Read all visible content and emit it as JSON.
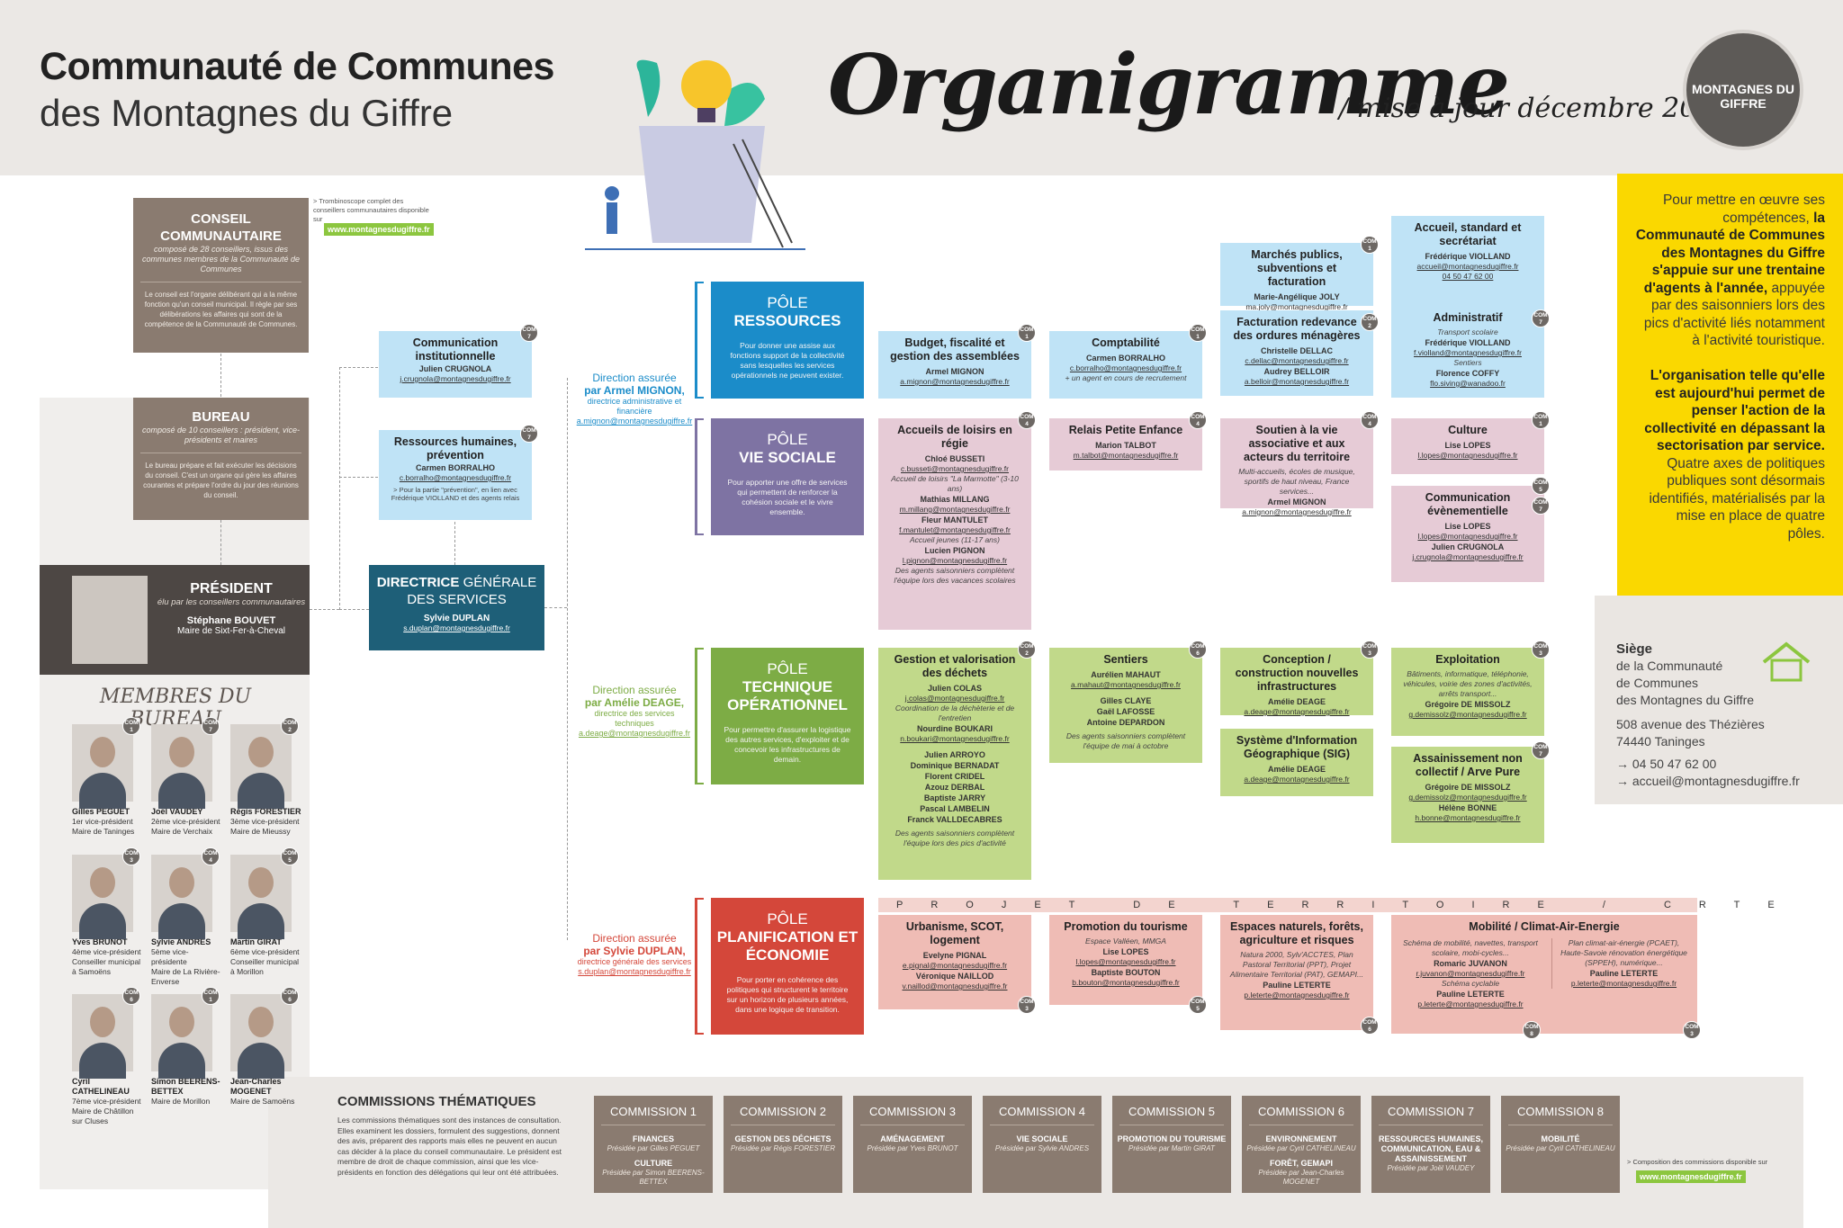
{
  "header": {
    "title1": "Communauté de Communes",
    "title2": "des Montagnes du Giffre",
    "main_title": "Organigramme",
    "update": "/ mise à jour décembre 2022",
    "logo_text": "MONTAGNES DU GIFFRE"
  },
  "conseil": {
    "title": "CONSEIL COMMUNAUTAIRE",
    "subtitle": "composé de 28 conseillers, issus des communes membres de la Communauté de Communes",
    "desc": "Le conseil est l'organe délibérant qui a la même fonction qu'un conseil municipal. Il règle par ses délibérations les affaires qui sont de la compétence de la Communauté de Communes.",
    "note": "> Trombinoscope complet des conseillers communautaires disponible sur",
    "link": "www.montagnesdugiffre.fr"
  },
  "bureau": {
    "title": "BUREAU",
    "subtitle": "composé de 10 conseillers : président, vice-présidents et maires",
    "desc": "Le bureau prépare et fait exécuter les décisions du conseil. C'est un organe qui gère les affaires courantes et prépare l'ordre du jour des réunions du conseil."
  },
  "president": {
    "title": "PRÉSIDENT",
    "subtitle": "élu par les conseillers communautaires",
    "name": "Stéphane BOUVET",
    "role": "Maire de Sixt-Fer-à-Cheval"
  },
  "membres_title": "MEMBRES DU BUREAU",
  "membres": [
    {
      "name": "Gilles PEGUET",
      "r1": "1er vice-président",
      "r2": "Maire de Taninges",
      "com": "COM 1"
    },
    {
      "name": "Joël VAUDEY",
      "r1": "2ème vice-président",
      "r2": "Maire de Verchaix",
      "com": "COM 7"
    },
    {
      "name": "Régis FORESTIER",
      "r1": "3ème vice-président",
      "r2": "Maire de Mieussy",
      "com": "COM 2"
    },
    {
      "name": "Yves BRUNOT",
      "r1": "4ème vice-président",
      "r2": "Conseiller municipal à Samoëns",
      "com": "COM 3"
    },
    {
      "name": "Sylvie ANDRES",
      "r1": "5ème vice-présidente",
      "r2": "Maire de La Rivière-Enverse",
      "com": "COM 4"
    },
    {
      "name": "Martin GIRAT",
      "r1": "6ème vice-président",
      "r2": "Conseiller municipal à Morillon",
      "com": "COM 5"
    },
    {
      "name": "Cyril CATHELINEAU",
      "r1": "7ème vice-président",
      "r2": "Maire de Châtillon sur Cluses",
      "com": "COM 6"
    },
    {
      "name": "Simon BEERENS-BETTEX",
      "r1": "",
      "r2": "Maire de Morillon",
      "com": "COM 1"
    },
    {
      "name": "Jean-Charles MOGENET",
      "r1": "",
      "r2": "Maire de Samoëns",
      "com": "COM 6"
    }
  ],
  "dgs": {
    "title1": "DIRECTRICE",
    "title2": "GÉNÉRALE DES SERVICES",
    "name": "Sylvie DUPLAN",
    "mail": "s.duplan@montagnesdugiffre.fr"
  },
  "comm_inst": {
    "title": "Communication institutionnelle",
    "name": "Julien CRUGNOLA",
    "mail": "j.crugnola@montagnesdugiffre.fr",
    "com": "COM 7"
  },
  "rh": {
    "title": "Ressources humaines, prévention",
    "name": "Carmen BORRALHO",
    "mail": "c.borralho@montagnesdugiffre.fr",
    "note": "> Pour la partie \"prévention\", en lien avec Frédérique VIOLLAND et des agents relais",
    "com": "COM 7"
  },
  "poles": [
    {
      "p": "PÔLE",
      "name": "RESSOURCES",
      "desc": "Pour donner une assise aux fonctions support de la collectivité sans lesquelles les services opérationnels ne peuvent exister.",
      "color": "#1b8cc9"
    },
    {
      "p": "PÔLE",
      "name": "VIE SOCIALE",
      "desc": "Pour apporter une offre de services qui permettent de renforcer la cohésion sociale et le vivre ensemble.",
      "color": "#7e73a3"
    },
    {
      "p": "PÔLE",
      "name": "TECHNIQUE OPÉRATIONNEL",
      "desc": "Pour permettre d'assurer la logistique des autres services, d'exploiter et de concevoir les infrastructures de demain.",
      "color": "#7dac45"
    },
    {
      "p": "PÔLE",
      "name": "PLANIFICATION ET ÉCONOMIE",
      "desc": "Pour porter en cohérence des politiques qui structurent le territoire sur un horizon de plusieurs années, dans une logique de transition.",
      "color": "#d4473a"
    }
  ],
  "directions": [
    {
      "l1": "Direction assurée",
      "l2": "par Armel MIGNON,",
      "d": "directrice administrative et financière",
      "m": "a.mignon@montagnesdugiffre.fr",
      "color": "#1b8cc9"
    },
    {
      "l1": "Direction assurée",
      "l2": "par Amélie DEAGE,",
      "d": "directrice des services techniques",
      "m": "a.deage@montagnesdugiffre.fr",
      "color": "#7dac45"
    },
    {
      "l1": "Direction assurée",
      "l2": "par Sylvie DUPLAN,",
      "d": "directrice générale des services",
      "m": "s.duplan@montagnesdugiffre.fr",
      "color": "#d4473a"
    }
  ],
  "services": {
    "budget": {
      "title": "Budget, fiscalité et gestion des assemblées",
      "name": "Armel MIGNON",
      "mail": "a.mignon@montagnesdugiffre.fr",
      "com": "COM 1"
    },
    "compta": {
      "title": "Comptabilité",
      "name": "Carmen BORRALHO",
      "mail": "c.borralho@montagnesdugiffre.fr",
      "note": "+ un agent en cours de recrutement",
      "com": "COM 1"
    },
    "marches": {
      "title": "Marchés publics, subventions et facturation",
      "name": "Marie-Angélique JOLY",
      "mail": "ma.joly@montagnesdugiffre.fr",
      "com": "COM 1"
    },
    "factu": {
      "title": "Facturation redevance des ordures ménagères",
      "name": "Christelle DELLAC",
      "mail": "c.dellac@montagnesdugiffre.fr",
      "name2": "Audrey BELLOIR",
      "mail2": "a.belloir@montagnesdugiffre.fr",
      "com": "COM 2"
    },
    "accueil": {
      "title": "Accueil, standard et secrétariat",
      "name": "Frédérique VIOLLAND",
      "mail": "accueil@montagnesdugiffre.fr",
      "tel": "04 50 47 62 00"
    },
    "admin": {
      "title": "Administratif",
      "sub": "Transport scolaire",
      "name": "Frédérique VIOLLAND",
      "mail": "f.violland@montagnesdugiffre.fr",
      "sub2": "Sentiers",
      "name2": "Florence COFFY",
      "mail2": "flo.siving@wanadoo.fr",
      "com": "COM 7"
    },
    "loisirs": {
      "title": "Accueils de loisirs en régie",
      "name": "Chloé BUSSETI",
      "mail": "c.busseti@montagnesdugiffre.fr",
      "sub": "Accueil de loisirs \"La Marmotte\" (3-10 ans)",
      "name2": "Mathias MILLANG",
      "mail2": "m.millang@montagnesdugiffre.fr",
      "name3": "Fleur MANTULET",
      "mail3": "f.mantulet@montagnesdugiffre.fr",
      "sub2": "Accueil jeunes (11-17 ans)",
      "name4": "Lucien PIGNON",
      "mail4": "l.pignon@montagnesdugiffre.fr",
      "note": "Des agents saisonniers complètent l'équipe lors des vacances scolaires",
      "com": "COM 4"
    },
    "rpe": {
      "title": "Relais Petite Enfance",
      "name": "Marion TALBOT",
      "mail": "m.talbot@montagnesdugiffre.fr",
      "com": "COM 4"
    },
    "soutien": {
      "title": "Soutien à la vie associative et aux acteurs du territoire",
      "sub": "Multi-accueils, écoles de musique, sportifs de haut niveau, France services...",
      "name": "Armel MIGNON",
      "mail": "a.mignon@montagnesdugiffre.fr",
      "com": "COM 4"
    },
    "culture": {
      "title": "Culture",
      "name": "Lise LOPES",
      "mail": "l.lopes@montagnesdugiffre.fr",
      "com": "COM 1"
    },
    "comevt": {
      "title": "Communication évènementielle",
      "name": "Lise LOPES",
      "mail": "l.lopes@montagnesdugiffre.fr",
      "name2": "Julien CRUGNOLA",
      "mail2": "j.crugnola@montagnesdugiffre.fr",
      "com": "COM 5",
      "com2": "COM 7"
    },
    "dechets": {
      "title": "Gestion et valorisation des déchets",
      "name": "Julien COLAS",
      "mail": "j.colas@montagnesdugiffre.fr",
      "sub": "Coordination de la déchèterie et de l'entretien",
      "name2": "Nourdine BOUKARI",
      "mail2": "n.boukari@montagnesdugiffre.fr",
      "team": [
        "Julien ARROYO",
        "Dominique BERNADAT",
        "Florent CRIDEL",
        "Azouz DERBAL",
        "Baptiste JARRY",
        "Pascal LAMBELIN",
        "Franck VALLDECABRES"
      ],
      "note": "Des agents saisonniers complètent l'équipe lors des pics d'activité",
      "com": "COM 2"
    },
    "sentiers": {
      "title": "Sentiers",
      "name": "Aurélien MAHAUT",
      "mail": "a.mahaut@montagnesdugiffre.fr",
      "team": [
        "Gilles CLAYE",
        "Gaël LAFOSSE",
        "Antoine DEPARDON"
      ],
      "note": "Des agents saisonniers complètent l'équipe de mai à octobre",
      "com": "COM 6"
    },
    "conception": {
      "title": "Conception / construction nouvelles infrastructures",
      "name": "Amélie DEAGE",
      "mail": "a.deage@montagnesdugiffre.fr",
      "com": "COM 3"
    },
    "sig": {
      "title": "Système d'Information Géographique (SIG)",
      "name": "Amélie DEAGE",
      "mail": "a.deage@montagnesdugiffre.fr"
    },
    "exploitation": {
      "title": "Exploitation",
      "sub": "Bâtiments, informatique, téléphonie, véhicules, voirie des zones d'activités, arrêts transport...",
      "name": "Grégoire DE MISSOLZ",
      "mail": "g.demissolz@montagnesdugiffre.fr",
      "com": "COM 3"
    },
    "assainissement": {
      "title": "Assainissement non collectif / Arve Pure",
      "name": "Grégoire DE MISSOLZ",
      "mail": "g.demissolz@montagnesdugiffre.fr",
      "name2": "Hélène BONNE",
      "mail2": "h.bonne@montagnesdugiffre.fr",
      "com": "COM 7"
    },
    "projet_banner": "PROJET DE TERRITOIRE / CRTE",
    "urbanisme": {
      "title": "Urbanisme, SCOT, logement",
      "name": "Evelyne PIGNAL",
      "mail": "e.pignal@montagnesdugiffre.fr",
      "name2": "Véronique NAILLOD",
      "mail2": "v.naillod@montagnesdugiffre.fr",
      "com": "COM 3"
    },
    "tourisme": {
      "title": "Promotion du tourisme",
      "sub": "Espace Valléen, MMGA",
      "name": "Lise LOPES",
      "mail": "l.lopes@montagnesdugiffre.fr",
      "name2": "Baptiste BOUTON",
      "mail2": "b.bouton@montagnesdugiffre.fr",
      "com": "COM 5"
    },
    "espaces": {
      "title": "Espaces naturels, forêts, agriculture et risques",
      "sub": "Natura 2000, Sylv'ACCTES, Plan Pastoral Territorial (PPT), Projet Alimentaire Territorial (PAT), GEMAPI...",
      "name": "Pauline LETERTE",
      "mail": "p.leterte@montagnesdugiffre.fr",
      "com": "COM 6"
    },
    "mobilite": {
      "title": "Mobilité / Climat-Air-Energie",
      "sub": "Schéma de mobilité, navettes, transport scolaire, mobi-cycles...",
      "name": "Romaric JUVANON",
      "mail": "r.juvanon@montagnesdugiffre.fr",
      "sub2": "Schéma cyclable",
      "name2": "Pauline LETERTE",
      "mail2": "p.leterte@montagnesdugiffre.fr",
      "sub3": "Plan climat-air-énergie (PCAET), Haute-Savoie rénovation énergétique (SPPEH), numérique...",
      "name3": "Pauline LETERTE",
      "mail3": "p.leterte@montagnesdugiffre.fr",
      "com": "COM 8",
      "com2": "COM 3"
    }
  },
  "yellow": {
    "l1": "Pour mettre en œuvre ses compétences,",
    "b1": "la Communauté de Communes des Montagnes du Giffre s'appuie sur une trentaine d'agents à l'année,",
    "l2": "appuyée par des saisonniers lors des pics d'activité liés notamment à l'activité touristique.",
    "b2": "L'organisation telle qu'elle est aujourd'hui permet de penser l'action de la collectivité en dépassant la sectorisation par service.",
    "l3": "Quatre axes de politiques publiques sont désormais identifiés, matérialisés par la mise en place de quatre pôles."
  },
  "siege": {
    "title": "Siège",
    "l1": "de la Communauté",
    "l2": "de Communes",
    "l3": "des Montagnes du Giffre",
    "a1": "508 avenue des Thézières",
    "a2": "74440 Taninges",
    "tel": "→ 04 50 47 62 00",
    "mail": "→ accueil@montagnesdugiffre.fr"
  },
  "commissions": {
    "title": "COMMISSIONS THÉMATIQUES",
    "desc": "Les commissions thématiques sont des instances de consultation. Elles examinent les dossiers, formulent des suggestions, donnent des avis, préparent des rapports mais elles ne peuvent en aucun cas décider à la place du conseil communautaire. Le président est membre de droit de chaque commission, ainsi que les vice-présidents en fonction des délégations qui leur ont été attribuées.",
    "note": "> Composition des commissions disponible sur",
    "link": "www.montagnesdugiffre.fr",
    "items": [
      {
        "t": "COMMISSION 1",
        "n": "FINANCES",
        "p": "Présidée par Gilles PEGUET",
        "n2": "CULTURE",
        "p2": "Présidée par Simon BEERENS-BETTEX"
      },
      {
        "t": "COMMISSION 2",
        "n": "GESTION DES DÉCHETS",
        "p": "Présidée par Régis FORESTIER",
        "n2": "",
        "p2": ""
      },
      {
        "t": "COMMISSION 3",
        "n": "AMÉNAGEMENT",
        "p": "Présidée par Yves BRUNOT",
        "n2": "",
        "p2": ""
      },
      {
        "t": "COMMISSION 4",
        "n": "VIE SOCIALE",
        "p": "Présidée par Sylvie ANDRES",
        "n2": "",
        "p2": ""
      },
      {
        "t": "COMMISSION 5",
        "n": "PROMOTION DU TOURISME",
        "p": "Présidée par Martin GIRAT",
        "n2": "",
        "p2": ""
      },
      {
        "t": "COMMISSION 6",
        "n": "ENVIRONNEMENT",
        "p": "Présidée par Cyril CATHELINEAU",
        "n2": "FORÊT, GEMAPI",
        "p2": "Présidée par Jean-Charles MOGENET"
      },
      {
        "t": "COMMISSION 7",
        "n": "RESSOURCES HUMAINES, COMMUNICATION, EAU & ASSAINISSEMENT",
        "p": "Présidée par Joël VAUDEY",
        "n2": "",
        "p2": ""
      },
      {
        "t": "COMMISSION 8",
        "n": "MOBILITÉ",
        "p": "Présidée par Cyril CATHELINEAU",
        "n2": "",
        "p2": ""
      }
    ]
  }
}
